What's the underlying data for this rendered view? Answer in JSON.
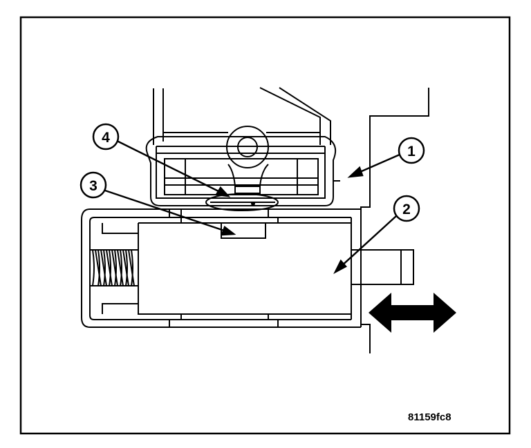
{
  "figure_code": "81159fc8",
  "callouts": [
    {
      "number": "1"
    },
    {
      "number": "2"
    },
    {
      "number": "3"
    },
    {
      "number": "4"
    }
  ],
  "motion_indicator": "double-headed-arrow"
}
